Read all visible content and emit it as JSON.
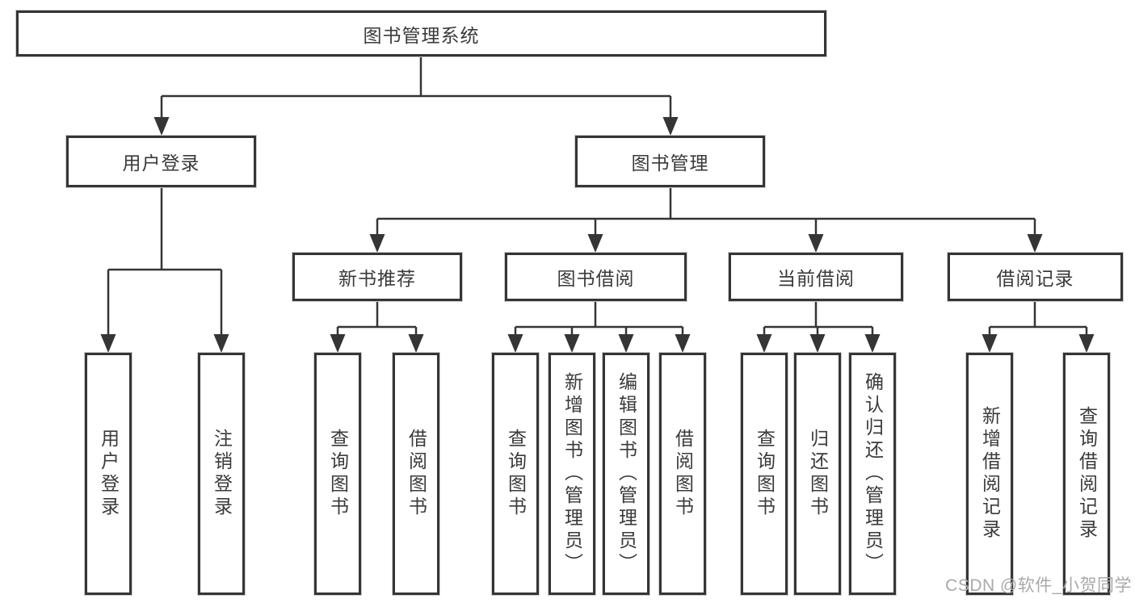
{
  "diagram": {
    "root": "图书管理系统",
    "branches": [
      {
        "label": "用户登录",
        "children": [
          "用户登录",
          "注销登录"
        ]
      },
      {
        "label": "图书管理",
        "sections": [
          {
            "label": "新书推荐",
            "children": [
              "查询图书",
              "借阅图书"
            ]
          },
          {
            "label": "图书借阅",
            "children": [
              "查询图书",
              "新增图书（管理员）",
              "编辑图书（管理员）",
              "借阅图书"
            ]
          },
          {
            "label": "当前借阅",
            "children": [
              "查询图书",
              "归还图书",
              "确认归还（管理员）"
            ]
          },
          {
            "label": "借阅记录",
            "children": [
              "新增借阅记录",
              "查询借阅记录"
            ]
          }
        ]
      }
    ]
  },
  "watermark": {
    "text": "CSDN @软件_小贺同学"
  },
  "colors": {
    "line": "#353537",
    "box_border": "#353537",
    "text": "#3a3a3c",
    "watermark": "#a9a9a9"
  }
}
